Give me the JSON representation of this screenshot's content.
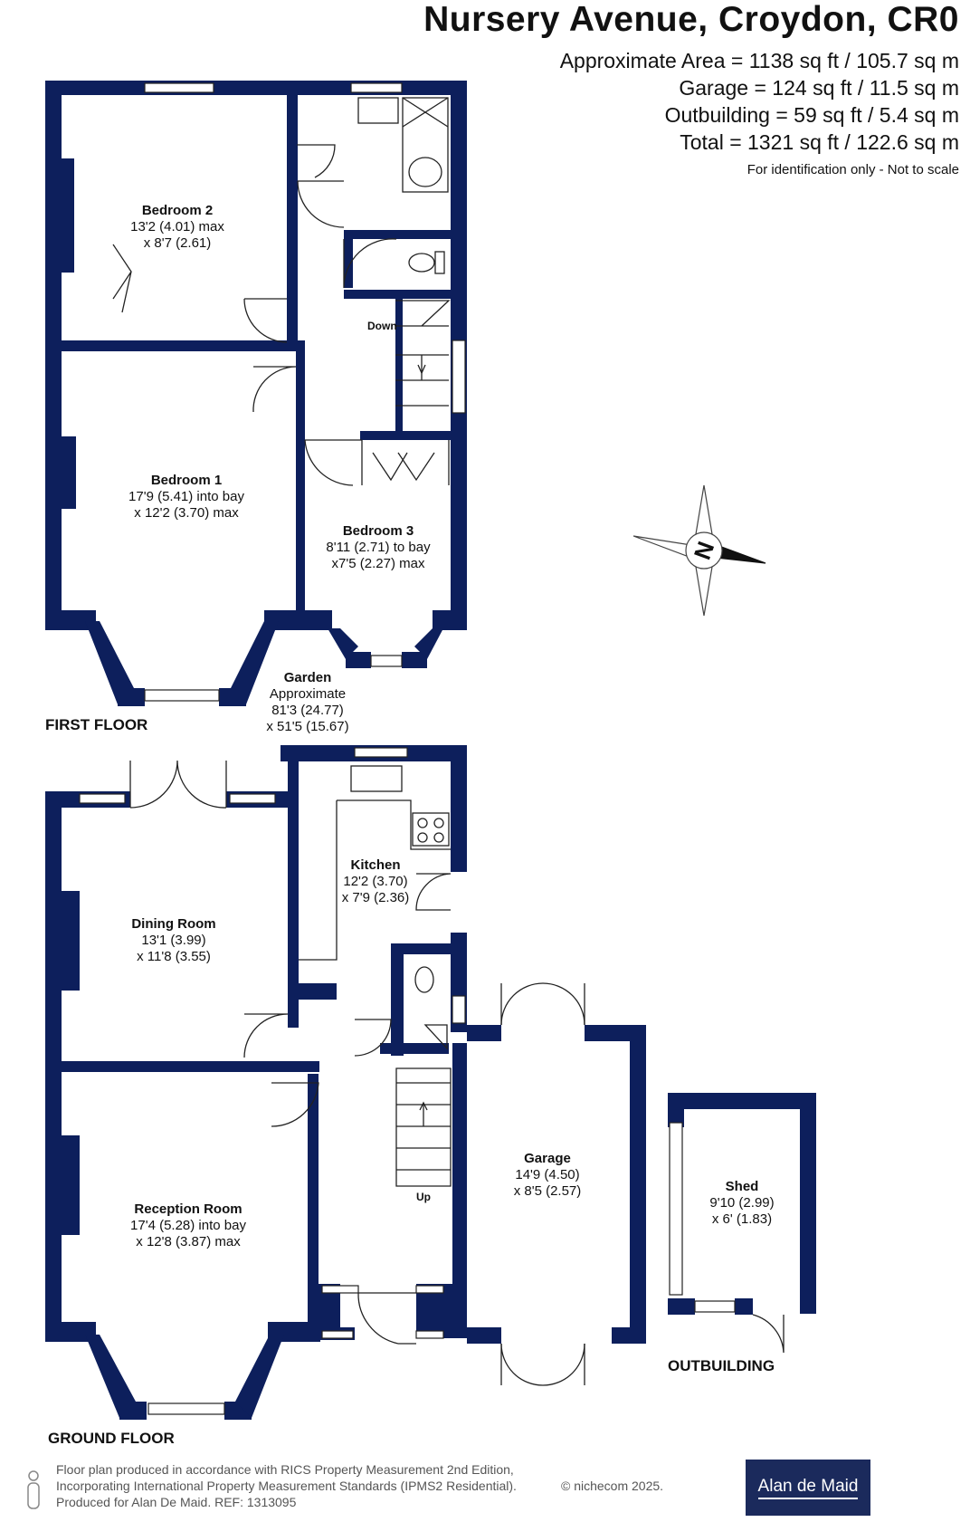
{
  "header": {
    "title": "Nursery Avenue, Croydon, CR0",
    "areas": [
      "Approximate Area = 1138 sq ft / 105.7 sq m",
      "Garage = 124 sq ft / 11.5 sq m",
      "Outbuilding = 59 sq ft / 5.4 sq m",
      "Total = 1321 sq ft / 122.6 sq m"
    ],
    "note": "For identification only - Not to scale"
  },
  "floors": {
    "first": "FIRST FLOOR",
    "ground": "GROUND FLOOR",
    "outbuilding": "OUTBUILDING"
  },
  "rooms": {
    "bedroom2": {
      "name": "Bedroom 2",
      "l1": "13'2 (4.01) max",
      "l2": "x 8'7 (2.61)"
    },
    "bedroom1": {
      "name": "Bedroom 1",
      "l1": "17'9 (5.41) into bay",
      "l2": "x 12'2 (3.70) max"
    },
    "bedroom3": {
      "name": "Bedroom 3",
      "l1": "8'11 (2.71) to bay",
      "l2": "x7'5 (2.27) max"
    },
    "garden": {
      "name": "Garden",
      "l1": "Approximate",
      "l2": "81'3 (24.77)",
      "l3": "x 51'5 (15.67)"
    },
    "kitchen": {
      "name": "Kitchen",
      "l1": "12'2 (3.70)",
      "l2": "x 7'9 (2.36)"
    },
    "dining": {
      "name": "Dining Room",
      "l1": "13'1 (3.99)",
      "l2": "x 11'8 (3.55)"
    },
    "reception": {
      "name": "Reception Room",
      "l1": "17'4 (5.28) into bay",
      "l2": "x 12'8 (3.87) max"
    },
    "garage": {
      "name": "Garage",
      "l1": "14'9 (4.50)",
      "l2": "x 8'5 (2.57)"
    },
    "shed": {
      "name": "Shed",
      "l1": "9'10 (2.99)",
      "l2": "x 6' (1.83)"
    }
  },
  "stairs": {
    "down": "Down",
    "up": "Up"
  },
  "compass": {
    "label": "N"
  },
  "footer": {
    "line1": "Floor plan produced in accordance with RICS Property Measurement 2nd Edition,",
    "line2": "Incorporating International Property Measurement Standards (IPMS2 Residential).",
    "line3": "Produced for Alan De Maid.   REF: 1313095",
    "copyright": "© nichecom 2025.",
    "logo": "Alan de Maid"
  },
  "colors": {
    "wall": "#0d1f5c",
    "line": "#222222",
    "logo_bg": "#1b2a5c"
  }
}
